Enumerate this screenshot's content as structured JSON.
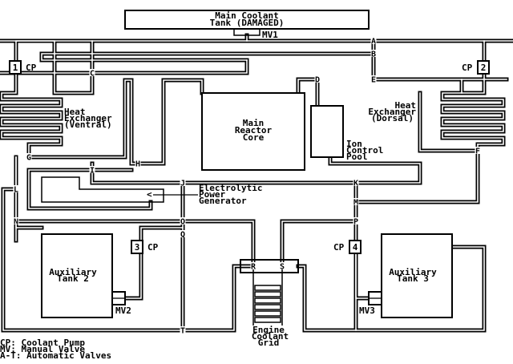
{
  "main_tank": {
    "line1": "Main Coolant",
    "line2": "Tank (DAMAGED)",
    "valve": "MV1"
  },
  "reactor": {
    "line1": "Main",
    "line2": "Reactor",
    "line3": "Core"
  },
  "ion_pool": {
    "line1": "Ion",
    "line2": "Control",
    "line3": "Pool"
  },
  "hx_ventral": {
    "line1": "Heat",
    "line2": "Exchanger",
    "line3": "(Ventral)"
  },
  "hx_dorsal": {
    "line1": "Heat",
    "line2": "Exchanger",
    "line3": "(Dorsal)"
  },
  "generator": {
    "line1": "Electrolytic",
    "line2": "Power",
    "line3": "Generator",
    "glyph": "<"
  },
  "aux2": {
    "line1": "Auxiliary",
    "line2": "Tank 2",
    "valve": "MV2"
  },
  "aux3": {
    "line1": "Auxiliary",
    "line2": "Tank 3",
    "valve": "MV3"
  },
  "engine_grid": {
    "line1": "Engine",
    "line2": "Coolant",
    "line3": "Grid"
  },
  "pumps": [
    {
      "num": "1",
      "label": "CP"
    },
    {
      "num": "2",
      "label": "CP"
    },
    {
      "num": "3",
      "label": "CP"
    },
    {
      "num": "4",
      "label": "CP"
    }
  ],
  "valves": {
    "A": "A",
    "B": "B",
    "C": "C",
    "D": "D",
    "E": "E",
    "F": "F",
    "G": "G",
    "H": "H",
    "I": "I",
    "J": "J",
    "K": "K",
    "L": "L",
    "M": "M",
    "N": "N",
    "O": "O",
    "P": "P",
    "Q": "Q",
    "R": "R",
    "S": "S",
    "T": "T"
  },
  "legend": [
    "CP: Coolant Pump",
    "MV: Manual Valve",
    "A-T: Automatic Valves"
  ]
}
